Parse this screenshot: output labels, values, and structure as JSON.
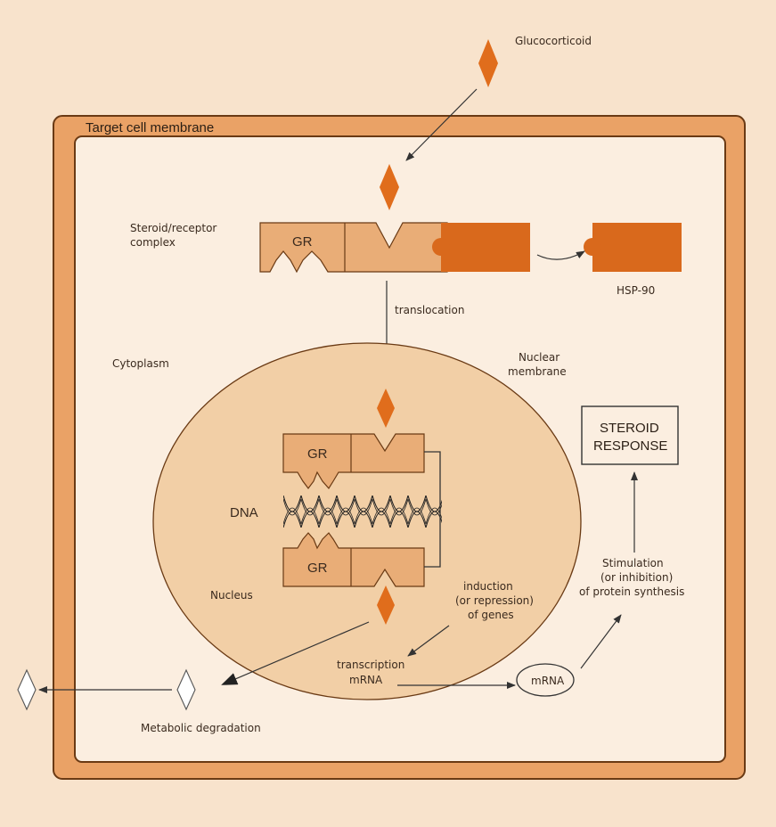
{
  "labels": {
    "glucocorticoid": "Glucocorticoid",
    "target_cell_membrane": "Target cell membrane",
    "steroid_receptor_line1": "Steroid/receptor",
    "steroid_receptor_line2": "complex",
    "gr": "GR",
    "hsp90": "HSP-90",
    "translocation": "translocation",
    "cytoplasm": "Cytoplasm",
    "nuclear_membrane_line1": "Nuclear",
    "nuclear_membrane_line2": "membrane",
    "dna": "DNA",
    "nucleus": "Nucleus",
    "induction_line1": "induction",
    "induction_line2": "(or repression)",
    "induction_line3": "of genes",
    "transcription_line1": "transcription",
    "transcription_line2": "mRNA",
    "mrna": "mRNA",
    "metabolic_degradation": "Metabolic degradation",
    "steroid_response_line1": "STEROID",
    "steroid_response_line2": "RESPONSE",
    "stimulation_line1": "Stimulation",
    "stimulation_line2": "(or inhibition)",
    "stimulation_line3": "of protein synthesis"
  },
  "colors": {
    "background": "#f8e3cc",
    "membrane_band": "#eaa266",
    "membrane_outline": "#6a3a14",
    "cell_interior": "#fbeee0",
    "nucleus_fill": "#f2cfa6",
    "receptor_fill": "#e9ad77",
    "hsp90_fill": "#d9691c",
    "steroid_fill": "#e06d1c"
  }
}
